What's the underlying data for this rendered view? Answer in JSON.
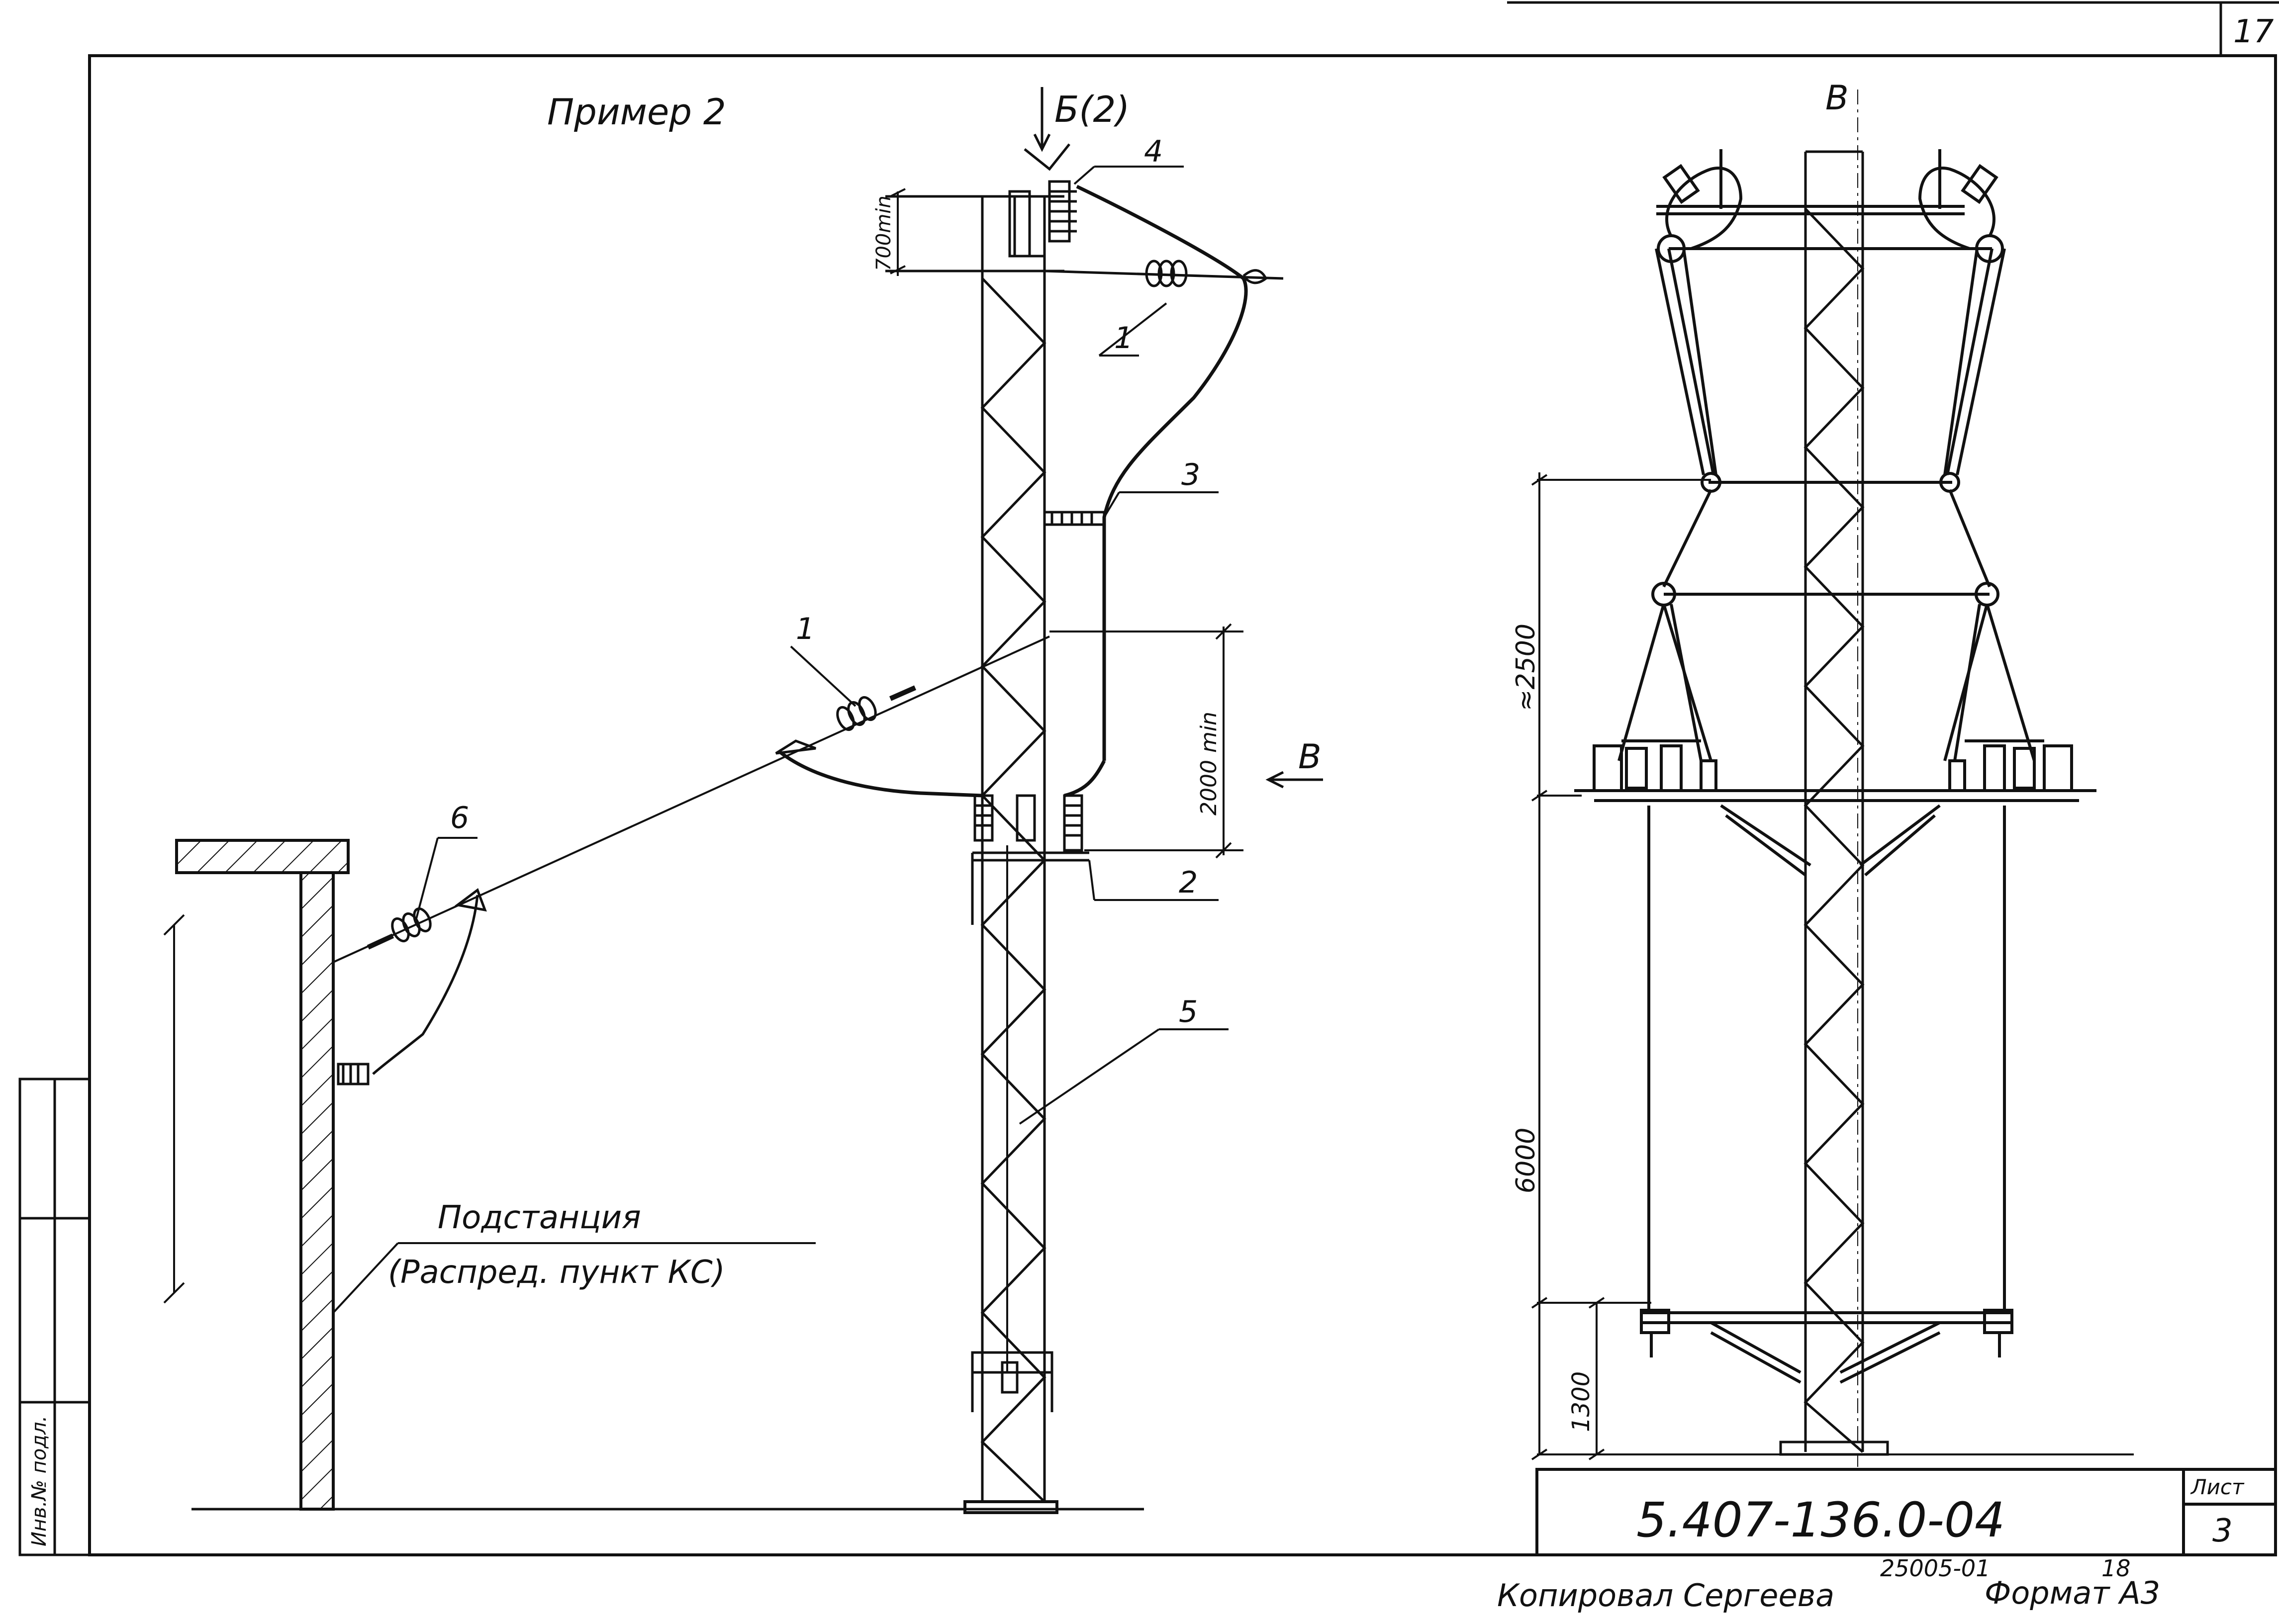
{
  "sheet": {
    "corner_page_number": "17",
    "title": "Пример 2",
    "section_arrow_label": "Б(2)",
    "view_label": "В",
    "view_arrow_label": "В"
  },
  "callouts": {
    "c1_top": "1",
    "c1_mid": "1",
    "c2": "2",
    "c3": "3",
    "c4": "4",
    "c5": "5",
    "c6": "6"
  },
  "dimensions": {
    "d700": "700min",
    "d2000": "2000 min",
    "d2500": "≈2500",
    "d6000": "6000",
    "d1300": "1300"
  },
  "substation": {
    "line1": "Подстанция",
    "line2": "(Распред. пункт КС)"
  },
  "title_block": {
    "doc_code": "5.407-136.0-04",
    "sheet_label": "Лист",
    "sheet_number": "3"
  },
  "side_stamp": {
    "label": "Инв.№ подл."
  },
  "footer": {
    "copied_by": "Копировал Сергеева",
    "order_number": "25005-01",
    "order_sub": "18",
    "format": "Формат А3"
  },
  "colors": {
    "ink": "#111111",
    "paper": "#ffffff"
  }
}
